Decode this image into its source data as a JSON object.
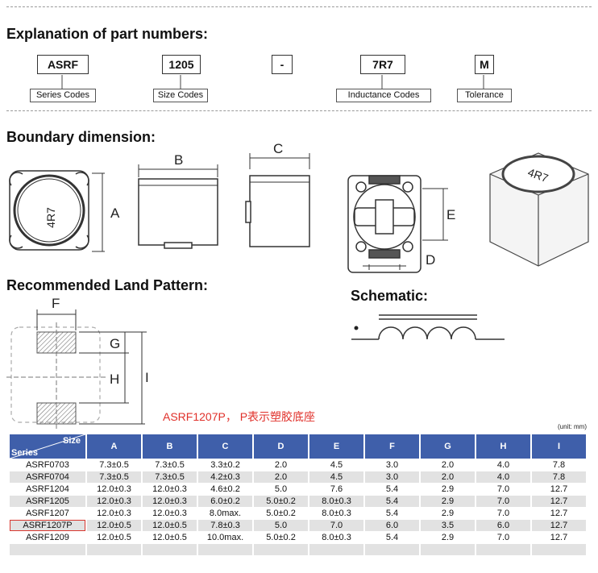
{
  "part_numbers": {
    "heading": "Explanation of part numbers:",
    "codes": [
      {
        "code": "ASRF",
        "label": "Series Codes"
      },
      {
        "code": "1205",
        "label": "Size Codes"
      },
      {
        "code": "-",
        "label": ""
      },
      {
        "code": "7R7",
        "label": "Inductance Codes"
      },
      {
        "code": "M",
        "label": "Tolerance"
      }
    ]
  },
  "boundary": {
    "heading": "Boundary dimension:",
    "marking": "4R7",
    "dim_labels": {
      "A": "A",
      "B": "B",
      "C": "C",
      "D": "D",
      "E": "E"
    }
  },
  "land_pattern": {
    "heading": "Recommended Land Pattern:",
    "dim_labels": {
      "F": "F",
      "G": "G",
      "H": "H",
      "I": "I"
    }
  },
  "schematic": {
    "heading": "Schematic:"
  },
  "note": "ASRF1207P， P表示塑胶底座",
  "unit_note": "(unit: mm)",
  "table": {
    "corner_top": "Size",
    "corner_bottom": "Series",
    "columns": [
      "A",
      "B",
      "C",
      "D",
      "E",
      "F",
      "G",
      "H",
      "I"
    ],
    "rows": [
      {
        "series": "ASRF0703",
        "values": [
          "7.3±0.5",
          "7.3±0.5",
          "3.3±0.2",
          "2.0",
          "4.5",
          "3.0",
          "2.0",
          "4.0",
          "7.8"
        ]
      },
      {
        "series": "ASRF0704",
        "values": [
          "7.3±0.5",
          "7.3±0.5",
          "4.2±0.3",
          "2.0",
          "4.5",
          "3.0",
          "2.0",
          "4.0",
          "7.8"
        ]
      },
      {
        "series": "ASRF1204",
        "values": [
          "12.0±0.3",
          "12.0±0.3",
          "4.6±0.2",
          "5.0",
          "7.6",
          "5.4",
          "2.9",
          "7.0",
          "12.7"
        ]
      },
      {
        "series": "ASRF1205",
        "values": [
          "12.0±0.3",
          "12.0±0.3",
          "6.0±0.2",
          "5.0±0.2",
          "8.0±0.3",
          "5.4",
          "2.9",
          "7.0",
          "12.7"
        ]
      },
      {
        "series": "ASRF1207",
        "values": [
          "12.0±0.3",
          "12.0±0.3",
          "8.0max.",
          "5.0±0.2",
          "8.0±0.3",
          "5.4",
          "2.9",
          "7.0",
          "12.7"
        ]
      },
      {
        "series": "ASRF1207P",
        "values": [
          "12.0±0.5",
          "12.0±0.5",
          "7.8±0.3",
          "5.0",
          "7.0",
          "6.0",
          "3.5",
          "6.0",
          "12.7"
        ]
      },
      {
        "series": "ASRF1209",
        "values": [
          "12.0±0.5",
          "12.0±0.5",
          "10.0max.",
          "5.0±0.2",
          "8.0±0.3",
          "5.4",
          "2.9",
          "7.0",
          "12.7"
        ]
      },
      {
        "series": "",
        "values": [
          "",
          "",
          "",
          "",
          "",
          "",
          "",
          "",
          ""
        ]
      }
    ]
  }
}
